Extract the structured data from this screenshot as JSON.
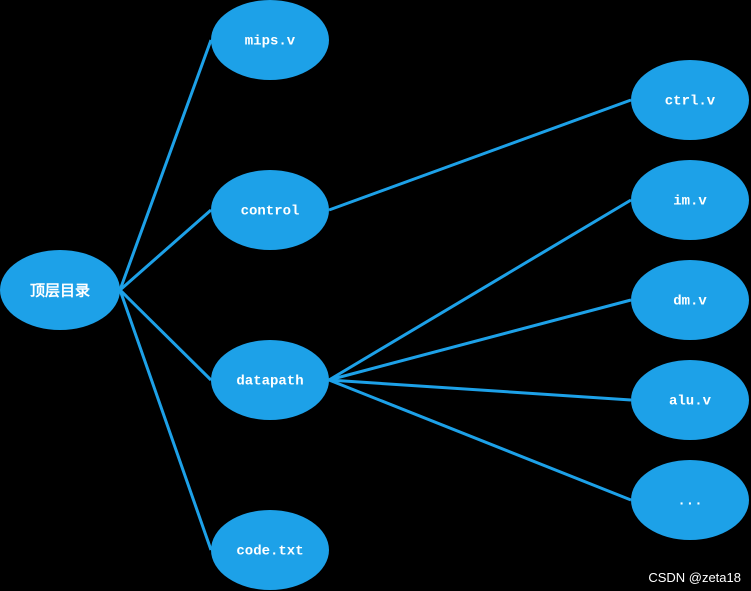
{
  "diagram": {
    "root": {
      "label": "顶层目录"
    },
    "level1": [
      {
        "id": "mips",
        "label": "mips.v"
      },
      {
        "id": "control",
        "label": "control"
      },
      {
        "id": "datapath",
        "label": "datapath"
      },
      {
        "id": "code",
        "label": "code.txt"
      }
    ],
    "level2": [
      {
        "id": "ctrl",
        "label": "ctrl.v",
        "parent": "control"
      },
      {
        "id": "im",
        "label": "im.v",
        "parent": "datapath"
      },
      {
        "id": "dm",
        "label": "dm.v",
        "parent": "datapath"
      },
      {
        "id": "alu",
        "label": "alu.v",
        "parent": "datapath"
      },
      {
        "id": "more",
        "label": "...",
        "parent": "datapath"
      }
    ]
  },
  "watermark": "CSDN @zeta18",
  "colors": {
    "node_fill": "#1da1e8",
    "edge": "#1da1e8",
    "background": "#000000",
    "text": "#ffffff"
  }
}
